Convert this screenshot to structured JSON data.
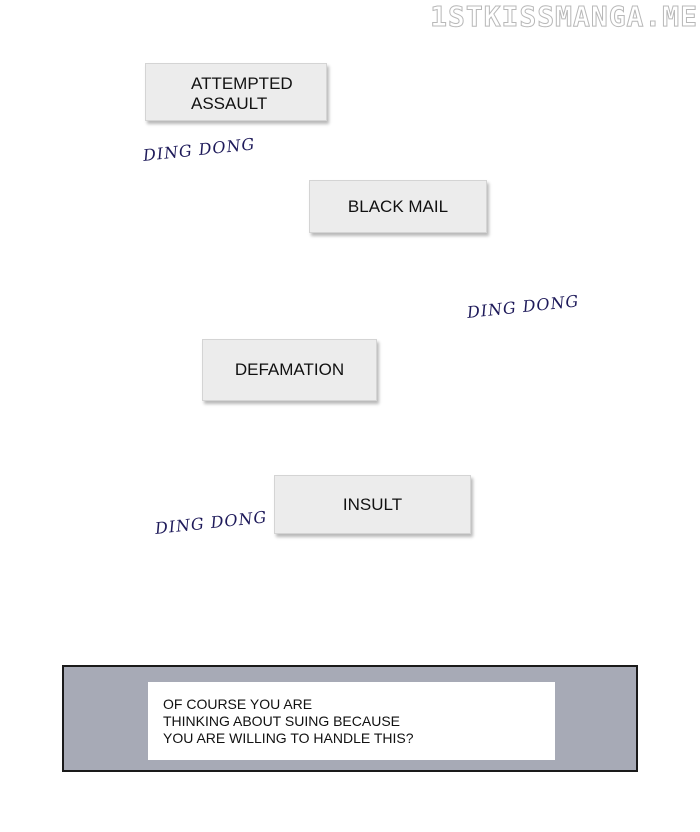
{
  "watermark": "1STKISSMANGA.ME",
  "boxes": {
    "attempted_assault": [
      "ATTEMPTED",
      "ASSAULT"
    ],
    "black_mail": "BLACK MAIL",
    "defamation": "DEFAMATION",
    "insult": "INSULT"
  },
  "sfx": [
    "DING DONG",
    "DING DONG",
    "DING DONG"
  ],
  "caption": {
    "lines": [
      "OF COURSE YOU ARE",
      "THINKING ABOUT SUING BECAUSE",
      "YOU ARE WILLING TO HANDLE THIS?"
    ]
  },
  "colors": {
    "sfx": "#1e1a5a",
    "box_bg": "#ececec",
    "panel_bg": "#a7aab6"
  }
}
